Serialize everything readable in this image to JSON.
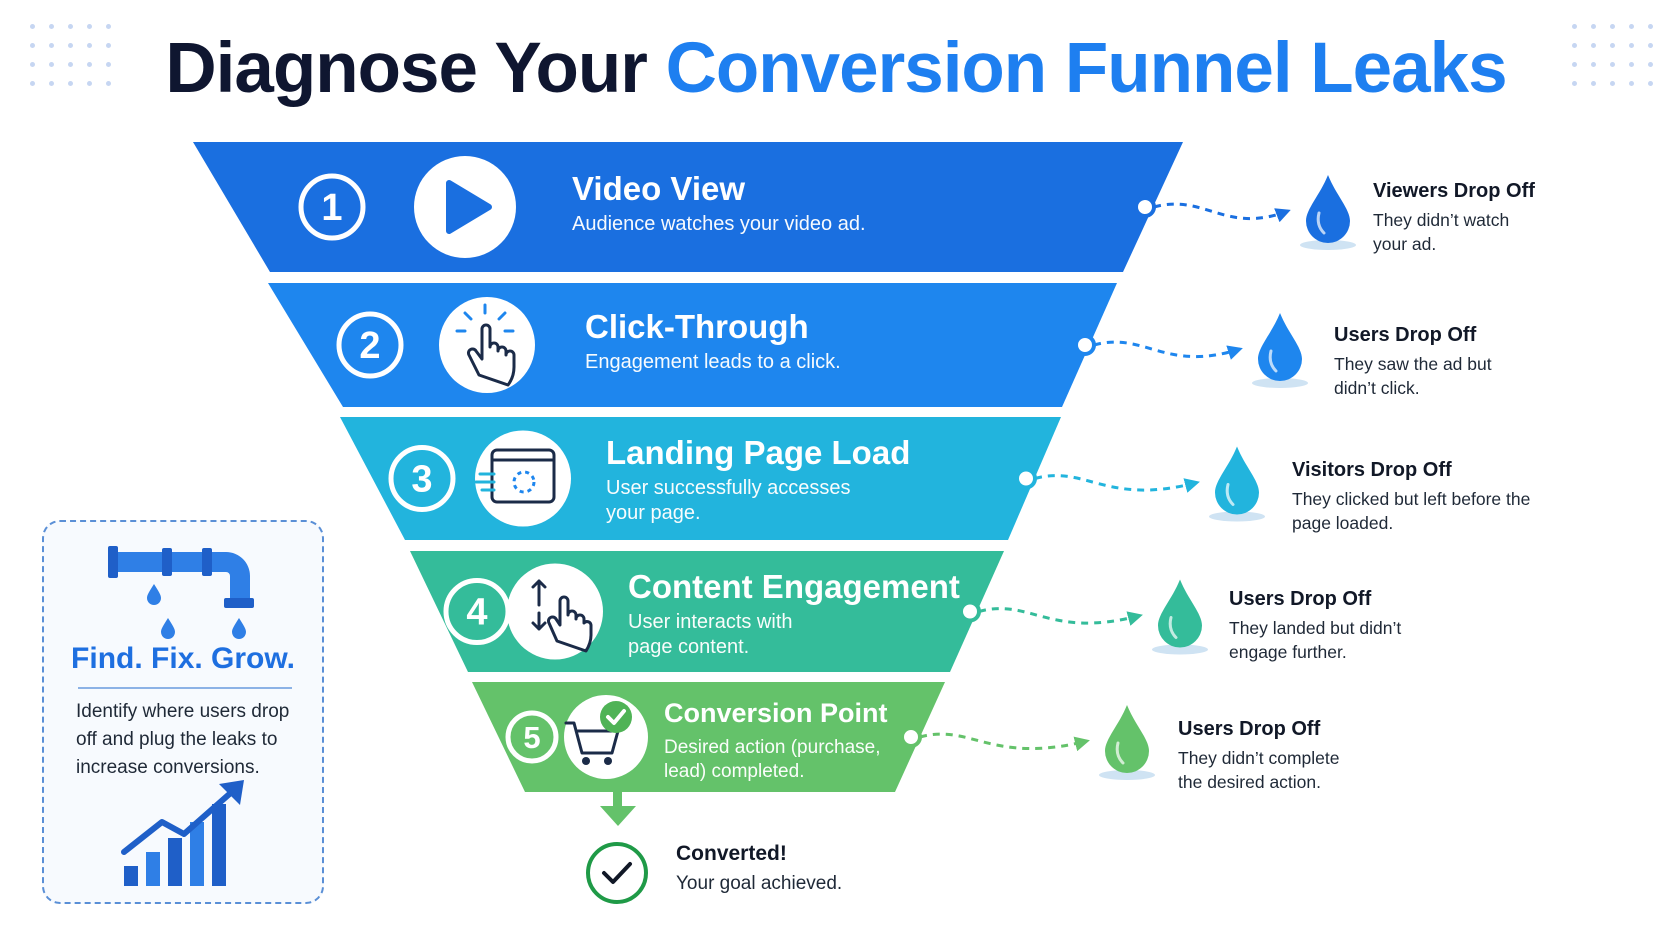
{
  "title": {
    "part1": "Diagnose Your",
    "part2": "Conversion Funnel Leaks"
  },
  "colors": {
    "accent": "#1e7ff0",
    "stage_1": "#1a6fe0",
    "stage_2": "#1e86ee",
    "stage_3": "#22b4dd",
    "stage_4": "#34bc9a",
    "stage_5": "#64c26a",
    "success": "#1f9a47"
  },
  "stages": [
    {
      "number": "1",
      "icon": "play-icon",
      "title": "Video View",
      "desc": "Audience watches your video ad."
    },
    {
      "number": "2",
      "icon": "pointer-click-icon",
      "title": "Click-Through",
      "desc": "Engagement leads to a click."
    },
    {
      "number": "3",
      "icon": "browser-loading-icon",
      "title": "Landing Page Load",
      "desc": "User successfully accesses your page."
    },
    {
      "number": "4",
      "icon": "scroll-gesture-icon",
      "title": "Content Engagement",
      "desc": "User interacts with page content."
    },
    {
      "number": "5",
      "icon": "cart-check-icon",
      "title": "Conversion Point",
      "desc": "Desired action (purchase, lead) completed."
    }
  ],
  "leaks": [
    {
      "icon": "water-drop-icon",
      "title": "Viewers Drop Off",
      "desc": "They didn’t watch your ad."
    },
    {
      "icon": "water-drop-icon",
      "title": "Users Drop Off",
      "desc": "They saw the ad but didn’t click."
    },
    {
      "icon": "water-drop-icon",
      "title": "Visitors Drop Off",
      "desc": "They clicked but left before the page loaded."
    },
    {
      "icon": "water-drop-icon",
      "title": "Users Drop Off",
      "desc": "They landed but didn’t engage further."
    },
    {
      "icon": "water-drop-icon",
      "title": "Users Drop Off",
      "desc": "They didn’t complete the desired action."
    }
  ],
  "side_card": {
    "icon": "leaking-pipe-icon",
    "title": "Find. Fix. Grow.",
    "desc": "Identify where users drop off and plug the leaks to increase conversions.",
    "chart_icon": "growth-chart-icon"
  },
  "converted": {
    "icon": "check-circle-icon",
    "title": "Converted!",
    "desc": "Your goal achieved."
  }
}
